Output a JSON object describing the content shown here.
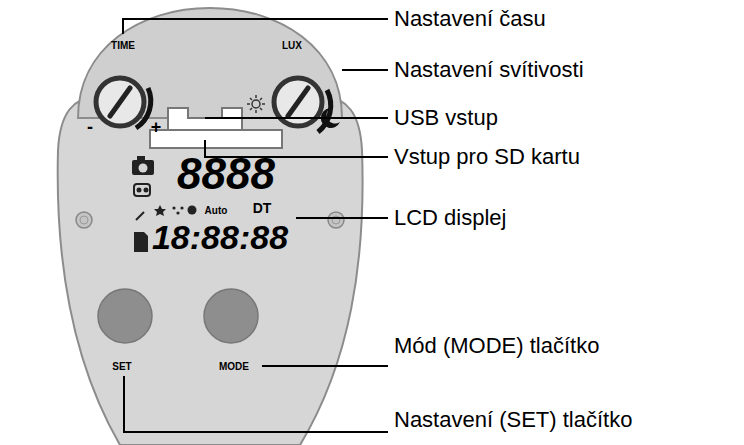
{
  "diagram": {
    "labels": [
      "Nastavení času",
      "TIME",
      "LUX",
      "-",
      "+",
      "Nastavení svítivosti",
      "USB vstup",
      "Vstup pro SD kartu",
      "8888",
      "Auto",
      "DT",
      "18:88:88",
      "LCD displej",
      "SET",
      "MODE",
      "Mód (MODE) tlačítko",
      "Nastavení (SET) tlačítko"
    ]
  }
}
